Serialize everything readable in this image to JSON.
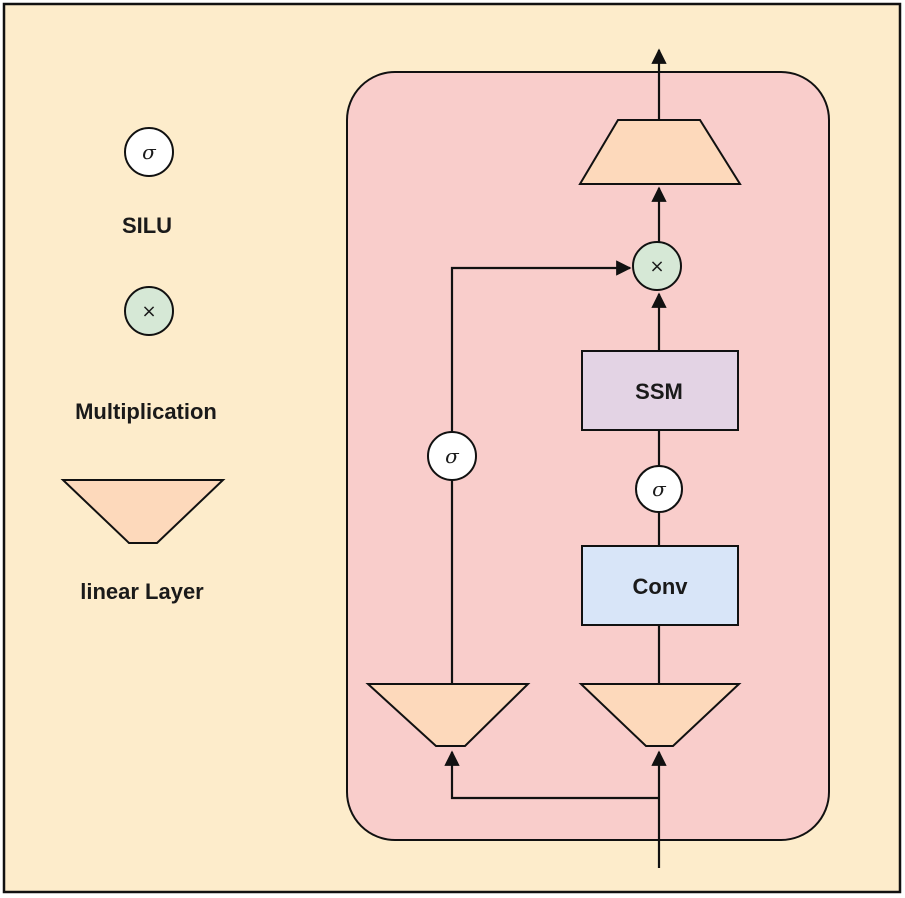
{
  "colors": {
    "background": "#fdeccb",
    "block": "#f9cdcb",
    "linear": "#fdd9bb",
    "ssm": "#e3d3e4",
    "conv": "#d8e5f8",
    "multiply": "#d6e8d6",
    "silu": "#ffffff",
    "stroke": "#111111"
  },
  "legend": {
    "silu_symbol": "σ",
    "silu_label": "SILU",
    "multiply_symbol": "×",
    "multiply_label": "Multiplication",
    "linear_label": "linear Layer"
  },
  "block": {
    "ssm_label": "SSM",
    "conv_label": "Conv",
    "silu_symbol": "σ",
    "multiply_symbol": "×"
  },
  "icons": {
    "silu": "sigma-circle-icon",
    "multiply": "multiply-circle-icon",
    "linear": "trapezoid-icon"
  }
}
